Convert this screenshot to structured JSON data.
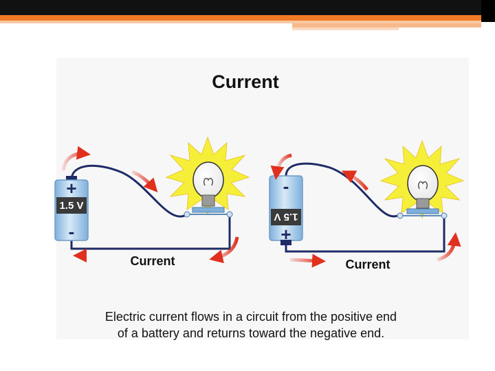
{
  "title": "Current",
  "circuits": [
    {
      "battery": {
        "voltage": "1.5 V",
        "positive_sign": "+",
        "negative_sign": "-"
      },
      "current_label": "Current"
    },
    {
      "battery": {
        "voltage": "1.5 V",
        "positive_sign": "+",
        "negative_sign": "-"
      },
      "current_label": "Current"
    }
  ],
  "caption": {
    "line1": "Electric current flows in a circuit from the positive end",
    "line2": "of a battery and returns toward the negative end."
  },
  "colors": {
    "top_bar": "#111111",
    "accent_orange": "#f07a26",
    "wire": "#1f2b66",
    "arrow": "#e0301e",
    "battery_body": "#b7d4ec",
    "battery_label": "#3a3a3a",
    "star_fill": "#f6ef3a",
    "panel": "#f7f7f7"
  }
}
